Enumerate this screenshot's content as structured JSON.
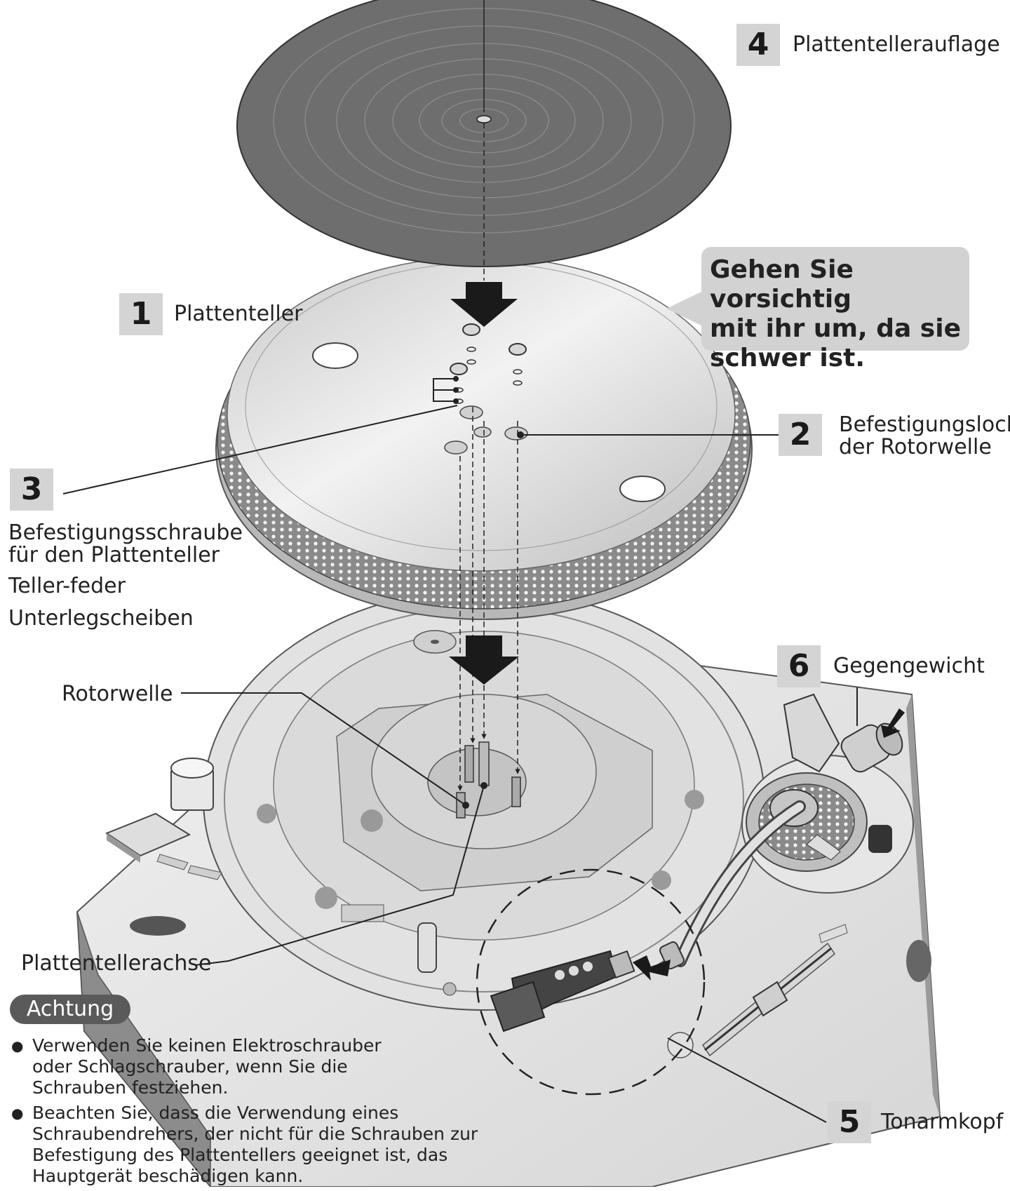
{
  "parts": {
    "p4": {
      "num": "4",
      "name": "Plattentellerauflage"
    },
    "p1": {
      "num": "1",
      "name": "Plattenteller"
    },
    "p2": {
      "num": "2",
      "name": "Befestigungsloch",
      "name2": "der Rotorwelle"
    },
    "p3": {
      "num": "3",
      "name": "Befestigungsschraube",
      "name2": "für den Plattenteller",
      "spring": "Teller-feder",
      "washers": "Unterlegscheiben"
    },
    "p6": {
      "num": "6",
      "name": "Gegengewicht"
    },
    "p5": {
      "num": "5",
      "name": "Tonarmkopf"
    }
  },
  "labels": {
    "rotor": "Rotorwelle",
    "axis": "Plattentellerachse"
  },
  "bubble": {
    "line1": "Gehen Sie vorsichtig",
    "line2": "mit ihr um, da sie",
    "line3": "schwer ist."
  },
  "caution": {
    "title": "Achtung",
    "items": [
      {
        "l1": "Verwenden Sie keinen Elektroschrauber",
        "l2": "oder Schlagschrauber, wenn Sie die",
        "l3": "Schrauben festziehen."
      },
      {
        "l1": "Beachten Sie, dass die Verwendung eines",
        "l2": "Schraubendrehers, der nicht für die Schrauben zur",
        "l3": "Befestigung des Plattentellers geeignet ist, das",
        "l4": "Hauptgerät beschädigen kann."
      }
    ]
  },
  "colors": {
    "mat": "#6e6e6e",
    "platter": "#dcdcdc",
    "base": "#e6e6e6",
    "badge": "#d4d4d4",
    "caution": "#5a5a5a"
  }
}
